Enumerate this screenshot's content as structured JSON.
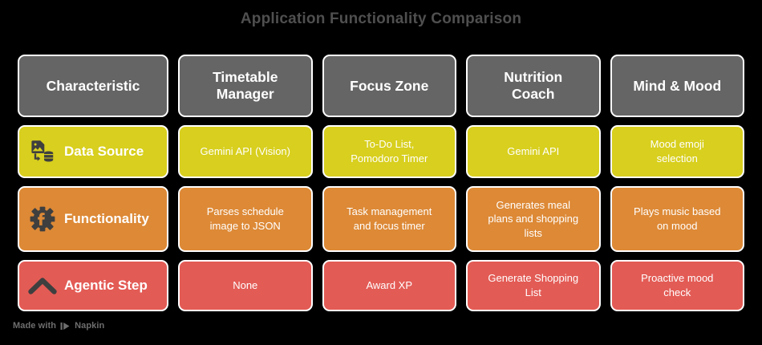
{
  "title": "Application Functionality Comparison",
  "colors": {
    "background": "#000000",
    "title": "#4f4f4f",
    "header_cell": "#656565",
    "row_data_source": "#d8cf1e",
    "row_functionality": "#dd8936",
    "row_agentic_step": "#e35b55",
    "cell_border": "#ffffff",
    "cell_text": "#ffffff",
    "icon": "#3f3f3f",
    "watermark": "#6e6e6e"
  },
  "table": {
    "headers": [
      {
        "label": "Characteristic"
      },
      {
        "label": "Timetable\nManager"
      },
      {
        "label": "Focus Zone"
      },
      {
        "label": "Nutrition\nCoach"
      },
      {
        "label": "Mind & Mood"
      }
    ],
    "rows": [
      {
        "key": "data-source",
        "label": "Data Source",
        "icon": "image-file-to-database-icon",
        "color": "#d8cf1e",
        "cells": [
          "Gemini API (Vision)",
          "To-Do List,\nPomodoro Timer",
          "Gemini API",
          "Mood emoji\nselection"
        ]
      },
      {
        "key": "functionality",
        "label": "Functionality",
        "icon": "gear-f-icon",
        "color": "#dd8936",
        "cells": [
          "Parses schedule\nimage to JSON",
          "Task management\nand focus timer",
          "Generates meal\nplans and shopping\nlists",
          "Plays music based\non mood"
        ]
      },
      {
        "key": "agentic-step",
        "label": "Agentic Step",
        "icon": "chevron-up-icon",
        "color": "#e35b55",
        "cells": [
          "None",
          "Award XP",
          "Generate Shopping\nList",
          "Proactive mood\ncheck"
        ]
      }
    ]
  },
  "watermark": {
    "prefix": "Made with",
    "brand": "Napkin",
    "logo": "napkin-logo-icon"
  }
}
